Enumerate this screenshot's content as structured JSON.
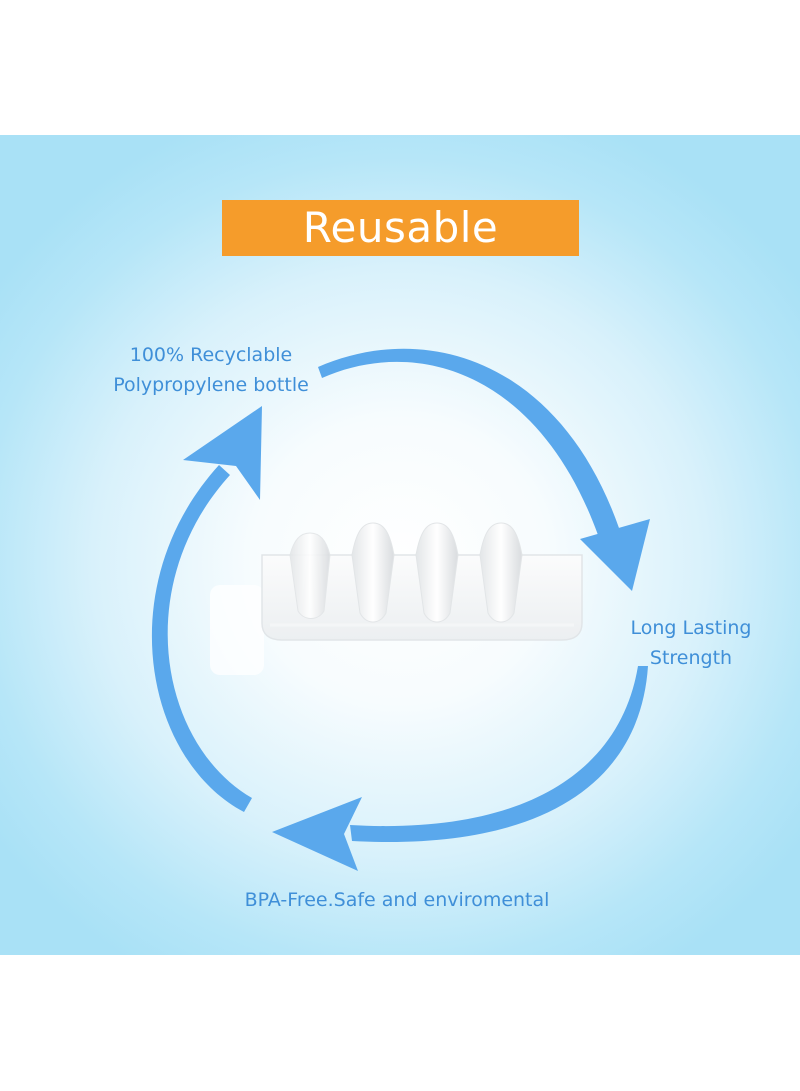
{
  "badge": {
    "title": "Reusable",
    "color": "#f59c2b"
  },
  "labels": {
    "recyclable_line1": "100% Recyclable",
    "recyclable_line2": "Polypropylene bottle",
    "strength_line1": "Long Lasting",
    "strength_line2": "Strength",
    "bpa": "BPA-Free.Safe and enviromental"
  },
  "colors": {
    "arrow": "#5aa8ec",
    "label_text": "#3f8fd8",
    "background_edge": "#a9e1f6"
  },
  "image": {
    "product": "white-ice-pack",
    "cycle_arrows": 3
  }
}
